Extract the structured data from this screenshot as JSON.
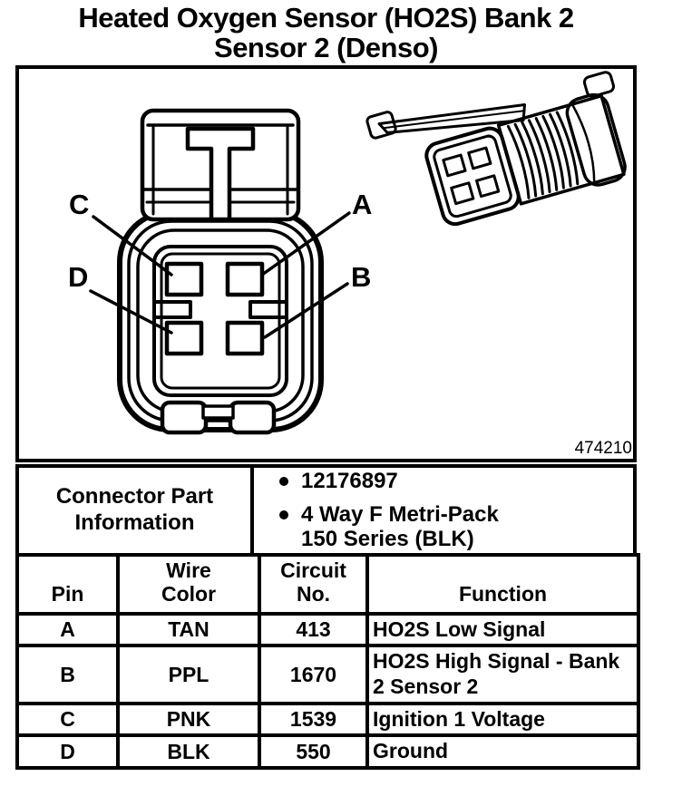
{
  "title": "Heated Oxygen Sensor (HO2S) Bank 2\nSensor 2 (Denso)",
  "figure": {
    "number": "474210",
    "callouts": {
      "a": "A",
      "b": "B",
      "c": "C",
      "d": "D"
    }
  },
  "connector_info": {
    "heading": "Connector Part Information",
    "bullets": [
      "12176897",
      "4 Way F Metri-Pack\n150 Series (BLK)"
    ]
  },
  "pin_table": {
    "headers": {
      "pin": "Pin",
      "wire_color": "Wire\nColor",
      "circuit_no": "Circuit\nNo.",
      "function": "Function"
    },
    "rows": [
      {
        "pin": "A",
        "wire_color": "TAN",
        "circuit": "413",
        "function": "HO2S Low Signal"
      },
      {
        "pin": "B",
        "wire_color": "PPL",
        "circuit": "1670",
        "function": "HO2S High Signal - Bank 2 Sensor 2"
      },
      {
        "pin": "C",
        "wire_color": "PNK",
        "circuit": "1539",
        "function": "Ignition 1 Voltage"
      },
      {
        "pin": "D",
        "wire_color": "BLK",
        "circuit": "550",
        "function": "Ground"
      }
    ]
  },
  "colors": {
    "ink": "#000000",
    "paper": "#ffffff"
  }
}
